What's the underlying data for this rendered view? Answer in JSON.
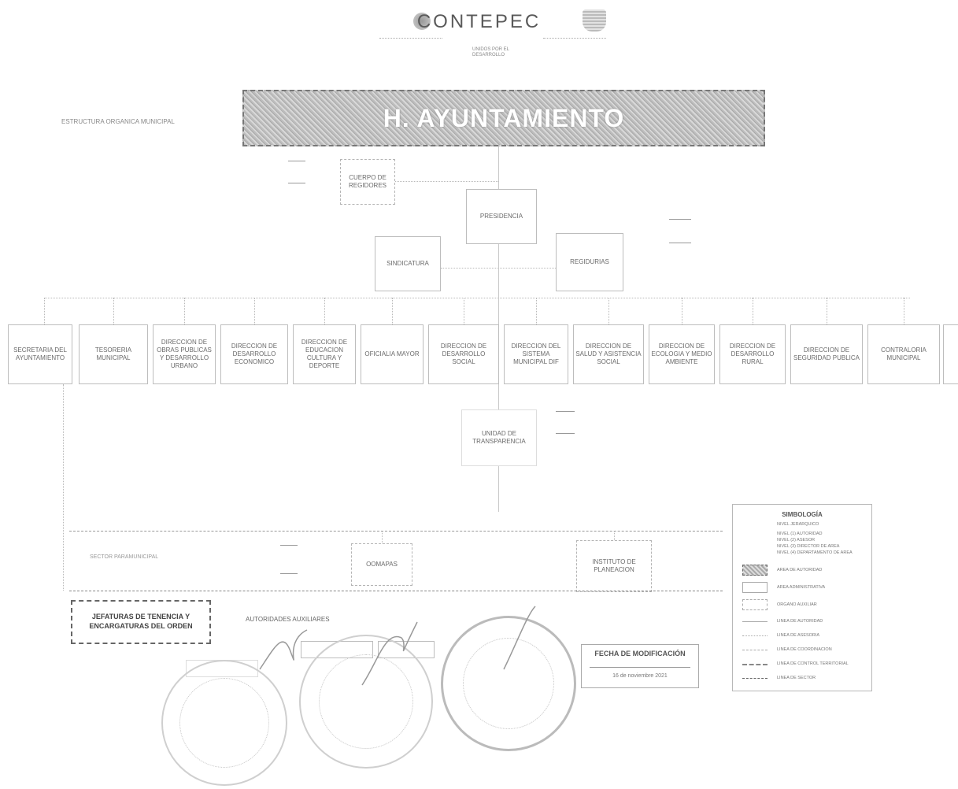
{
  "header": {
    "brand": "CONTEPEC",
    "subtitle": "UNIDOS POR EL DESARROLLO"
  },
  "diagram": {
    "side_label": "ESTRUCTURA ORGANICA MUNICIPAL",
    "top": "H. AYUNTAMIENTO",
    "cabildo": "CUERPO DE REGIDORES",
    "presidencia": "PRESIDENCIA",
    "sindicatura": "SINDICATURA",
    "regidurias": "REGIDURIAS",
    "departments": [
      "SECRETARIA DEL AYUNTAMIENTO",
      "TESORERIA MUNICIPAL",
      "DIRECCION DE OBRAS PUBLICAS Y DESARROLLO URBANO",
      "DIRECCION DE DESARROLLO ECONOMICO",
      "DIRECCION DE EDUCACION CULTURA Y DEPORTE",
      "OFICIALIA MAYOR",
      "DIRECCION DE DESARROLLO SOCIAL",
      "DIRECCION DEL SISTEMA MUNICIPAL DIF",
      "DIRECCION DE SALUD Y ASISTENCIA SOCIAL",
      "DIRECCION DE ECOLOGIA Y MEDIO AMBIENTE",
      "DIRECCION DE DESARROLLO RURAL",
      "DIRECCION DE SEGURIDAD PUBLICA",
      "CONTRALORIA MUNICIPAL"
    ],
    "unidad": "UNIDAD DE TRANSPARENCIA",
    "paramunicipal": "SECTOR PARAMUNICIPAL",
    "oomapas": "OOMAPAS",
    "instituto": "INSTITUTO DE PLANEACION",
    "jefaturas": "JEFATURAS DE TENENCIA Y ENCARGATURAS DEL ORDEN",
    "autoridades": "AUTORIDADES AUXILIARES"
  },
  "fecha": {
    "title": "FECHA DE MODIFICACIÓN",
    "date": "16 de noviembre 2021"
  },
  "legend": {
    "title": "SIMBOLOGÍA",
    "levels": [
      "NIVEL JERARQUICO",
      "NIVEL (1) AUTORIDAD",
      "NIVEL (2) ASESOR",
      "NIVEL (3) DIRECTOR DE AREA",
      "NIVEL (4) DEPARTAMENTO DE AREA"
    ],
    "items": [
      "AREA DE AUTORIDAD",
      "AREA ADMINISTRATIVA",
      "ORGANO AUXILIAR",
      "LINEA DE AUTORIDAD",
      "LINEA DE ASESORIA",
      "LINEA DE COORDINACION",
      "LINEA DE CONTROL TERRITORIAL",
      "LINEA DE SECTOR"
    ]
  }
}
